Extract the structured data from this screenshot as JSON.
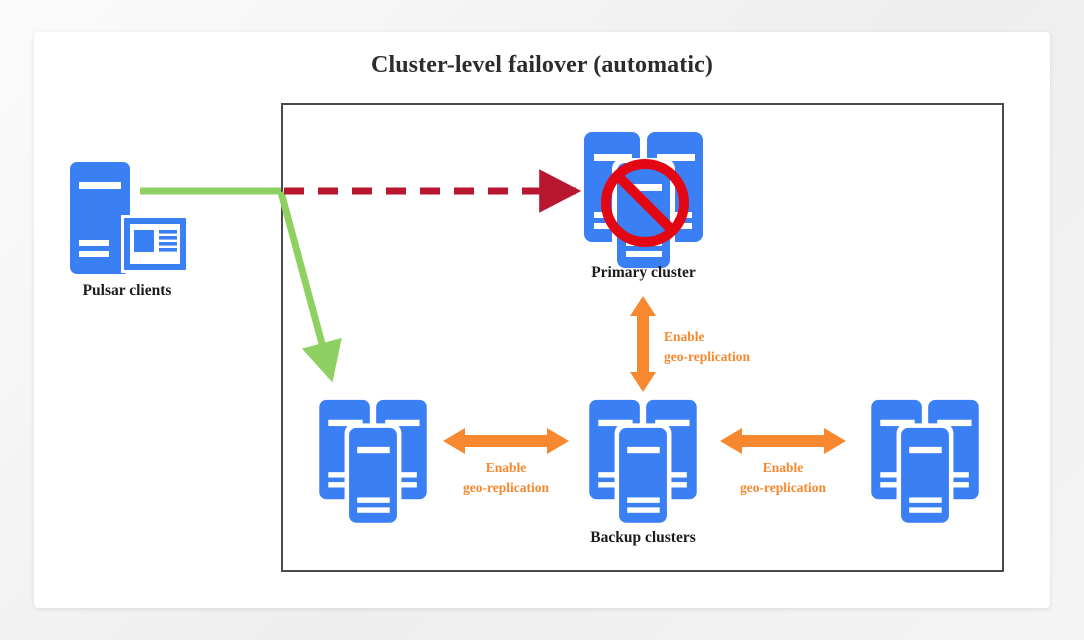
{
  "page": {
    "background": "#f1f1f1",
    "card_background": "#ffffff"
  },
  "diagram": {
    "title": "Cluster-level failover (automatic)",
    "type": "architecture-diagram",
    "colors": {
      "server_blue": "#3b7ff5",
      "replication_orange": "#f7882f",
      "active_path_green": "#8ed162",
      "failed_path_red": "#b8172f",
      "blocked_sign_red": "#e30613",
      "frame_border": "#4a4a4a",
      "label_text": "#1b1b1b"
    },
    "nodes": [
      {
        "id": "pulsar-clients",
        "name": "pulsar-clients",
        "label": "Pulsar clients",
        "icon": "client-workstation-icon",
        "inside_frame": false
      },
      {
        "id": "primary-cluster",
        "name": "primary-cluster",
        "label": "Primary cluster",
        "icon": "server-cluster-icon",
        "status": "blocked",
        "status_icon": "prohibition-sign-icon",
        "inside_frame": true
      },
      {
        "id": "backup-cluster-left",
        "name": "backup-cluster-left",
        "label": "",
        "icon": "server-cluster-icon",
        "inside_frame": true
      },
      {
        "id": "backup-cluster-center",
        "name": "backup-cluster-center",
        "label": "Backup clusters",
        "icon": "server-cluster-icon",
        "inside_frame": true
      },
      {
        "id": "backup-cluster-right",
        "name": "backup-cluster-right",
        "label": "",
        "icon": "server-cluster-icon",
        "inside_frame": true
      }
    ],
    "connections": [
      {
        "id": "clients-to-primary",
        "name": "clients-to-primary-failed-connection",
        "from": "pulsar-clients",
        "to": "primary-cluster",
        "style": "dashed",
        "color": "#b8172f",
        "arrowheads": "single",
        "label": ""
      },
      {
        "id": "clients-to-backup",
        "name": "clients-to-backup-active-connection",
        "from": "pulsar-clients",
        "to": "backup-cluster-left",
        "style": "solid",
        "color": "#8ed162",
        "arrowheads": "single",
        "label": ""
      },
      {
        "id": "primary-to-backup-center",
        "name": "geo-replication-vertical",
        "from": "primary-cluster",
        "to": "backup-cluster-center",
        "style": "solid",
        "color": "#f7882f",
        "arrowheads": "double",
        "label": "Enable\ngeo-replication",
        "label_line1": "Enable",
        "label_line2": "geo-replication"
      },
      {
        "id": "backup-left-to-center",
        "name": "geo-replication-left",
        "from": "backup-cluster-left",
        "to": "backup-cluster-center",
        "style": "solid",
        "color": "#f7882f",
        "arrowheads": "double",
        "label_line1": "Enable",
        "label_line2": "geo-replication"
      },
      {
        "id": "backup-center-to-right",
        "name": "geo-replication-right",
        "from": "backup-cluster-center",
        "to": "backup-cluster-right",
        "style": "solid",
        "color": "#f7882f",
        "arrowheads": "double",
        "label_line1": "Enable",
        "label_line2": "geo-replication"
      }
    ],
    "labels": {
      "pulsar_clients": "Pulsar clients",
      "primary_cluster": "Primary cluster",
      "backup_clusters": "Backup clusters",
      "enable_line1": "Enable",
      "enable_line2": "geo-replication"
    }
  }
}
